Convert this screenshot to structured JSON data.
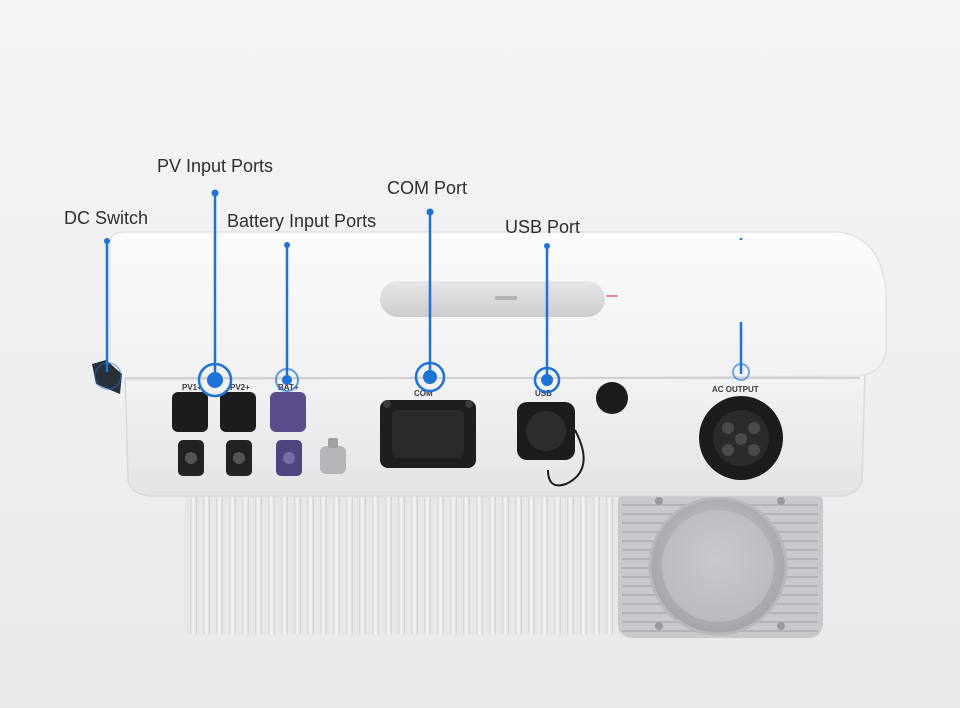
{
  "callouts": {
    "dc_switch": "DC Switch",
    "pv_input": "PV Input Ports",
    "battery_input": "Battery Input Ports",
    "com_port": "COM Port",
    "usb_port": "USB Port"
  },
  "port_labels": {
    "pv1": "PV1+",
    "pv2": "PV2+",
    "bat": "BAT+",
    "com": "COM",
    "usb": "USB",
    "ac_output": "AC OUTPUT"
  },
  "colors": {
    "callout_line": "#1e73d6",
    "housing": "#ffffff",
    "connector_black": "#1c1c1e",
    "connector_purple": "#5b4c8c"
  }
}
